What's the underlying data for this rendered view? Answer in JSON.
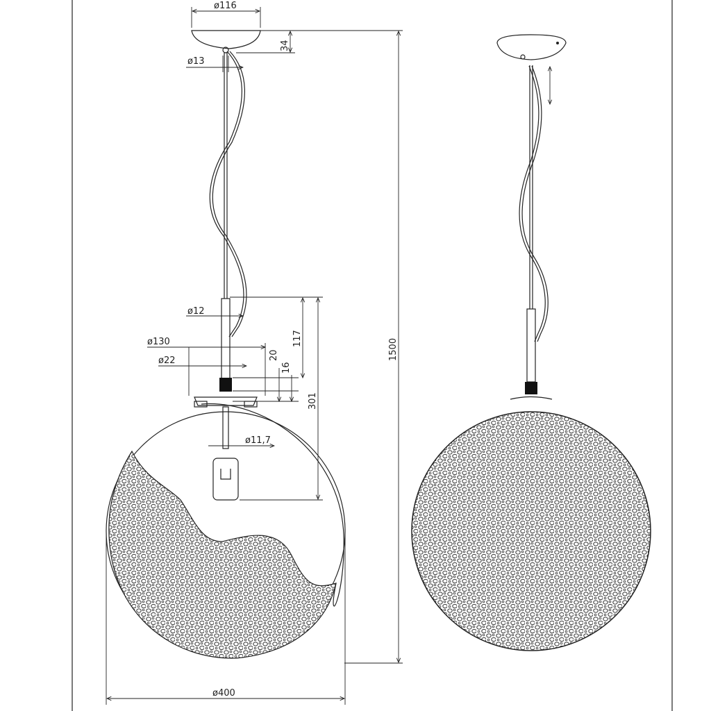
{
  "dimensions": {
    "canopy_diameter": "ø116",
    "canopy_height": "34",
    "rod_top_diameter": "ø13",
    "rod_diameter": "ø12",
    "holder_outer_diameter": "ø130",
    "holder_inner_diameter": "ø22",
    "dim_117": "117",
    "dim_20": "20",
    "dim_16": "16",
    "dim_301": "301",
    "bulb_diameter": "ø11,7",
    "total_height": "1500",
    "globe_diameter": "ø400"
  }
}
